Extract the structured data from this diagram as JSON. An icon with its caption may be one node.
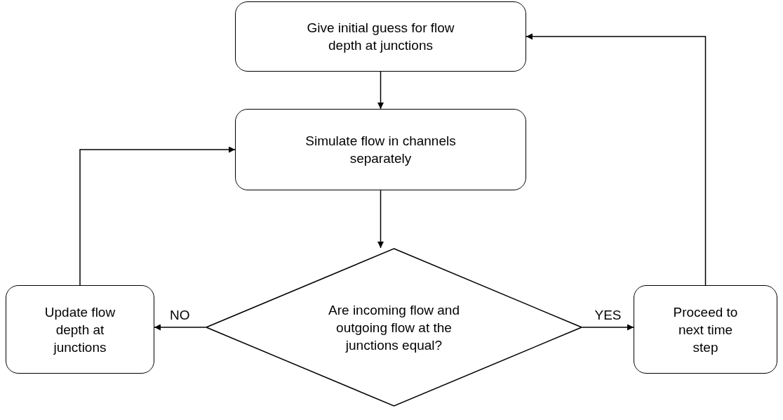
{
  "diagram": {
    "nodes": [
      {
        "text": [
          "Give initial guess for flow depth at junctions"
        ]
      },
      {
        "text": [
          "Simulate flow in channels separately"
        ]
      },
      {
        "text": [
          "Are incoming flow and outgoing flow at the junctions equal?"
        ]
      },
      {
        "text": [
          "Update flow depth at junctions"
        ]
      },
      {
        "text": [
          "Proceed to next time step"
        ]
      }
    ],
    "edges": [
      {
        "from": 0,
        "to": 1,
        "arrow": "to"
      },
      {
        "from": 1,
        "to": 2,
        "arrow": "to"
      },
      {
        "from": 2,
        "to": 3,
        "arrow": "to",
        "label": "NO"
      },
      {
        "from": 2,
        "to": 4,
        "arrow": "to",
        "label": "YES"
      },
      {
        "from": 3,
        "to": 1,
        "arrow": "to"
      },
      {
        "from": 4,
        "to": 0,
        "arrow": "to"
      }
    ]
  }
}
